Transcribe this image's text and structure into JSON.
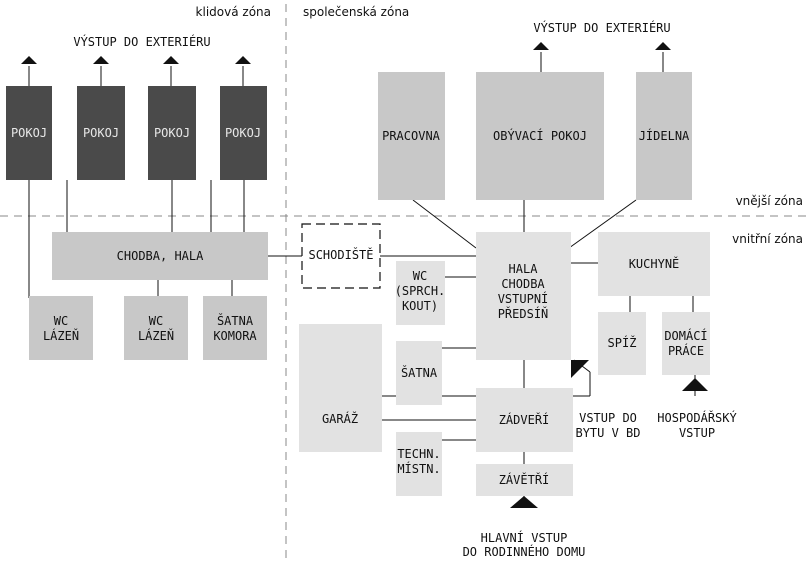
{
  "zones": {
    "quiet": "klidová zóna",
    "social": "společenská zóna",
    "outer": "vnější zóna",
    "inner": "vnitřní zóna"
  },
  "exits": {
    "left": "VÝSTUP DO EXTERIÉRU",
    "right": "VÝSTUP DO EXTERIÉRU"
  },
  "rooms": {
    "pokoj": "POKOJ",
    "chodba_hala": "CHODBA, HALA",
    "wc_lazen": [
      "WC",
      "LÁZEŇ"
    ],
    "satna_komora": [
      "ŠATNA",
      "KOMORA"
    ],
    "schodiste": "SCHODIŠTĚ",
    "pracovna": "PRACOVNA",
    "obyvaci_pokoj": "OBÝVACÍ POKOJ",
    "jidelna": "JÍDELNA",
    "hala_center": [
      "HALA",
      "CHODBA",
      "VSTUPNÍ",
      "PŘEDSÍŇ"
    ],
    "kuchyne": "KUCHYNĚ",
    "wc_sprch": [
      "WC",
      "(SPRCH.",
      "KOUT)"
    ],
    "spiz": "SPÍŽ",
    "domaci_prace": [
      "DOMÁCÍ",
      "PRÁCE"
    ],
    "satna": "ŠATNA",
    "garaz": "GARÁŽ",
    "zadveri": "ZÁDVEŘÍ",
    "techn": [
      "TECHN.",
      "MÍSTN."
    ],
    "zavetri": "ZÁVĚTŘÍ"
  },
  "entrances": {
    "byt": [
      "VSTUP DO",
      "BYTU V BD"
    ],
    "hospodarsky": [
      "HOSPODÁŘSKÝ",
      "VSTUP"
    ],
    "hlavni": [
      "HLAVNÍ VSTUP",
      "DO RODINNÉHO DOMU"
    ]
  },
  "colors": {
    "dark": "#4a4a4a",
    "mid": "#c8c8c8",
    "light": "#e2e2e2"
  }
}
